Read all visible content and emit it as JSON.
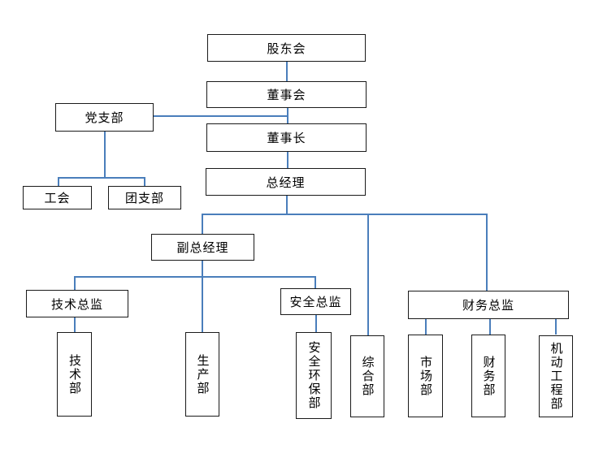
{
  "diagram": {
    "type": "org-chart",
    "theme": {
      "background": "#ffffff",
      "box_border_color": "#1a1a1a",
      "box_fill": "#ffffff",
      "text_color": "#000000",
      "connector_color": "#4a7ebb"
    },
    "nodes": {
      "shareholders_meeting": {
        "label": "股东会"
      },
      "board_of_directors": {
        "label": "董事会"
      },
      "party_branch": {
        "label": "党支部"
      },
      "chairman": {
        "label": "董事长"
      },
      "general_manager": {
        "label": "总经理"
      },
      "labor_union": {
        "label": "工会"
      },
      "youth_league_branch": {
        "label": "团支部"
      },
      "deputy_general_manager": {
        "label": "副总经理"
      },
      "technical_director": {
        "label": "技术总监"
      },
      "safety_director": {
        "label": "安全总监"
      },
      "finance_director": {
        "label": "财务总监"
      },
      "technical_dept": {
        "label": "技术部"
      },
      "production_dept": {
        "label": "生产部"
      },
      "safety_env_dept": {
        "label": "安全环保部"
      },
      "general_affairs_dept": {
        "label": "综合部"
      },
      "marketing_dept": {
        "label": "市场部"
      },
      "finance_dept": {
        "label": "财务部"
      },
      "mechanical_engineering_dept": {
        "label": "机动工程部"
      }
    },
    "edges": [
      {
        "from": "股东会",
        "to": "董事会"
      },
      {
        "from": "董事会",
        "to": "董事长"
      },
      {
        "from": "党支部",
        "to": "董事长"
      },
      {
        "from": "党支部",
        "to": "工会"
      },
      {
        "from": "党支部",
        "to": "团支部"
      },
      {
        "from": "董事长",
        "to": "总经理"
      },
      {
        "from": "总经理",
        "to": "副总经理"
      },
      {
        "from": "总经理",
        "to": "综合部"
      },
      {
        "from": "总经理",
        "to": "财务总监"
      },
      {
        "from": "副总经理",
        "to": "技术总监"
      },
      {
        "from": "副总经理",
        "to": "生产部"
      },
      {
        "from": "副总经理",
        "to": "安全总监"
      },
      {
        "from": "技术总监",
        "to": "技术部"
      },
      {
        "from": "安全总监",
        "to": "安全环保部"
      },
      {
        "from": "财务总监",
        "to": "市场部"
      },
      {
        "from": "财务总监",
        "to": "财务部"
      },
      {
        "from": "财务总监",
        "to": "机动工程部"
      }
    ]
  }
}
